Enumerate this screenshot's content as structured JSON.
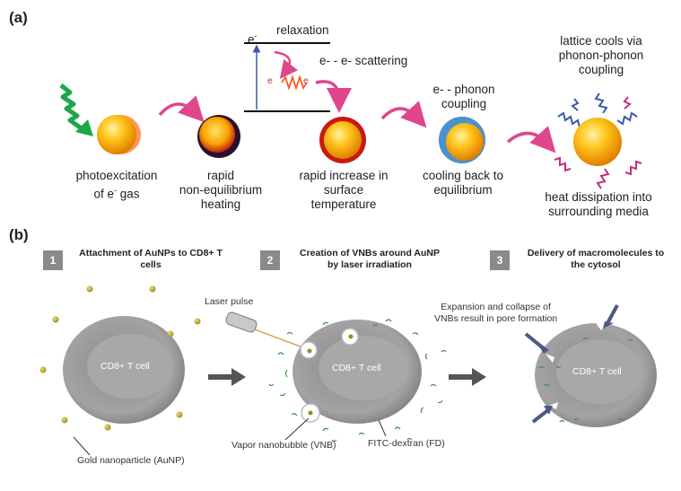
{
  "panel_a": {
    "label": "(a)",
    "stages": [
      {
        "line1": "photoexcitation",
        "line2": "of e",
        "line2_sup": "-",
        "line2_tail": " gas"
      },
      {
        "line1": "rapid",
        "line2": "non-equilibrium",
        "line3": "heating"
      },
      {
        "line1": "rapid increase in",
        "line2": "surface",
        "line3": "temperature"
      },
      {
        "line1": "cooling back to",
        "line2": "equilibrium"
      },
      {
        "line1": "heat dissipation into",
        "line2": "surrounding media"
      }
    ],
    "energy": {
      "electron": "e",
      "electron_sup": "-",
      "relaxation": "relaxation",
      "scattering": "e- - e- scattering",
      "wave_left": "e",
      "wave_right": "e"
    },
    "phonon_label": {
      "line1": "e- - phonon",
      "line2": "coupling"
    },
    "lattice_label": {
      "line1": "lattice cools via",
      "line2": "phonon-phonon",
      "line3": "coupling"
    }
  },
  "panel_b": {
    "label": "(b)",
    "steps": [
      {
        "num": "1",
        "line1": "Attachment of AuNPs to CD8+ T",
        "line2": "cells"
      },
      {
        "num": "2",
        "line1": "Creation of VNBs around AuNP",
        "line2": "by laser irradiation"
      },
      {
        "num": "3",
        "line1": "Delivery of macromolecules to",
        "line2": "the cytosol"
      }
    ],
    "cell_label": "CD8+ T cell",
    "laser_pulse": "Laser pulse",
    "expansion": {
      "line1": "Expansion and collapse of",
      "line2": "VNBs result in pore formation"
    },
    "gold_np": "Gold nanoparticle (AuNP)",
    "vnb": "Vapor nanobubble (VNB)",
    "fitc": "FITC-dextran (FD)"
  },
  "colors": {
    "gold": "#f5a800",
    "pink_arrow": "#e0468c",
    "green_wave": "#1aa84a",
    "cell_gray": "#9a9a9a",
    "step_gray": "#8a8a8a",
    "dextran_green": "#3a9a3a",
    "dark_arrow": "#4a5a80"
  }
}
